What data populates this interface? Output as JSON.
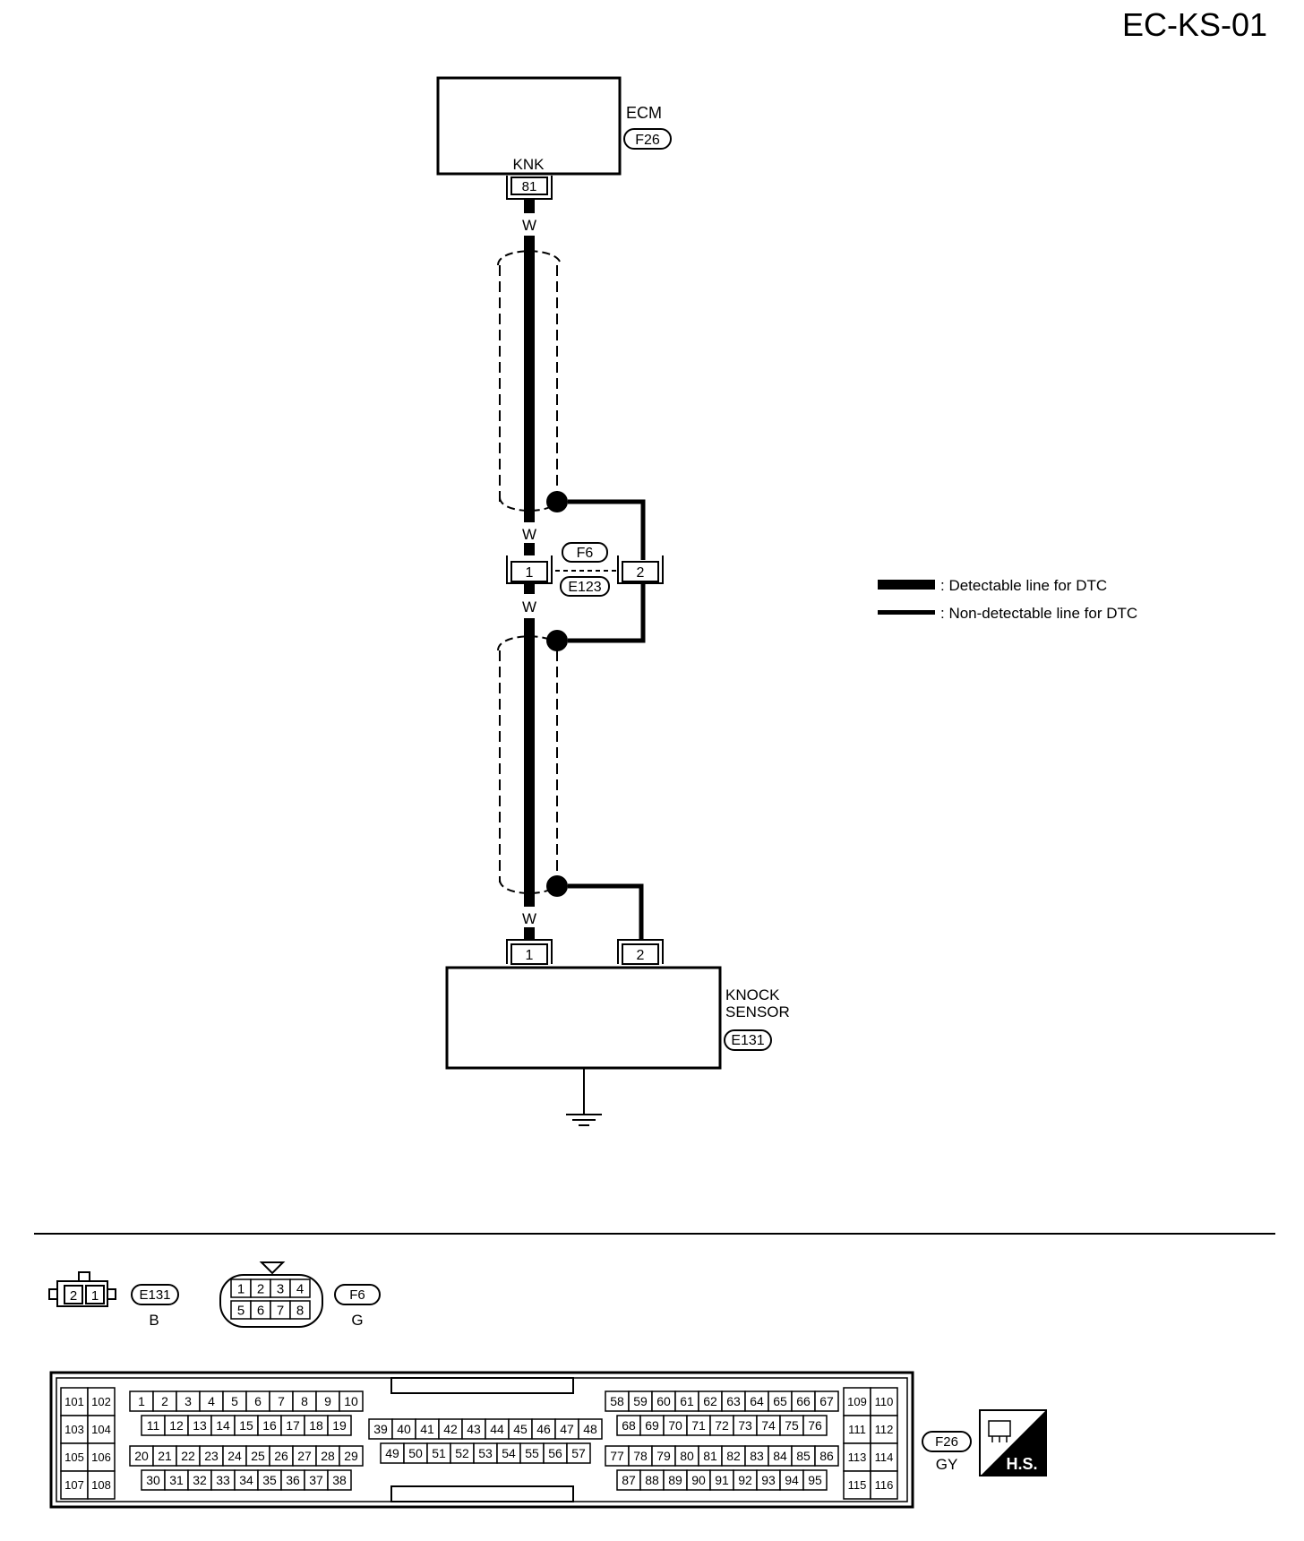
{
  "page_code": "EC-KS-01",
  "ecm": {
    "name": "ECM",
    "connector": "F26",
    "terminal_name": "KNK",
    "terminal": "81"
  },
  "wire_color": "W",
  "junction": {
    "connector_top": "F6",
    "connector_bottom": "E123",
    "pin_left": "1",
    "pin_right": "2"
  },
  "sensor": {
    "name_line1": "KNOCK",
    "name_line2": "SENSOR",
    "connector": "E131",
    "pin_1": "1",
    "pin_2": "2"
  },
  "legend": {
    "detectable": ": Detectable line for DTC",
    "non_detectable": ": Non-detectable line for DTC"
  },
  "connectors": {
    "e131": {
      "id": "E131",
      "color": "B",
      "pins": [
        "2",
        "1"
      ]
    },
    "f6": {
      "id": "F6",
      "color": "G",
      "top_pins": [
        "1",
        "2",
        "3",
        "4"
      ],
      "bottom_pins": [
        "5",
        "6",
        "7",
        "8"
      ]
    },
    "f26": {
      "id": "F26",
      "color": "GY",
      "hs_label": "H.S.",
      "left_pins": [
        "101",
        "102",
        "103",
        "104",
        "105",
        "106",
        "107",
        "108"
      ],
      "block_a_row1": [
        "1",
        "2",
        "3",
        "4",
        "5",
        "6",
        "7",
        "8",
        "9",
        "10"
      ],
      "block_a_row2": [
        "11",
        "12",
        "13",
        "14",
        "15",
        "16",
        "17",
        "18",
        "19"
      ],
      "block_a_row3": [
        "20",
        "21",
        "22",
        "23",
        "24",
        "25",
        "26",
        "27",
        "28",
        "29"
      ],
      "block_a_row4": [
        "30",
        "31",
        "32",
        "33",
        "34",
        "35",
        "36",
        "37",
        "38"
      ],
      "block_b_row1": [
        "39",
        "40",
        "41",
        "42",
        "43",
        "44",
        "45",
        "46",
        "47",
        "48"
      ],
      "block_b_row2": [
        "49",
        "50",
        "51",
        "52",
        "53",
        "54",
        "55",
        "56",
        "57"
      ],
      "block_c_row1": [
        "58",
        "59",
        "60",
        "61",
        "62",
        "63",
        "64",
        "65",
        "66",
        "67"
      ],
      "block_c_row2": [
        "68",
        "69",
        "70",
        "71",
        "72",
        "73",
        "74",
        "75",
        "76"
      ],
      "block_c_row3": [
        "77",
        "78",
        "79",
        "80",
        "81",
        "82",
        "83",
        "84",
        "85",
        "86"
      ],
      "block_c_row4": [
        "87",
        "88",
        "89",
        "90",
        "91",
        "92",
        "93",
        "94",
        "95"
      ],
      "right_pins": [
        "109",
        "110",
        "111",
        "112",
        "113",
        "114",
        "115",
        "116"
      ]
    }
  }
}
